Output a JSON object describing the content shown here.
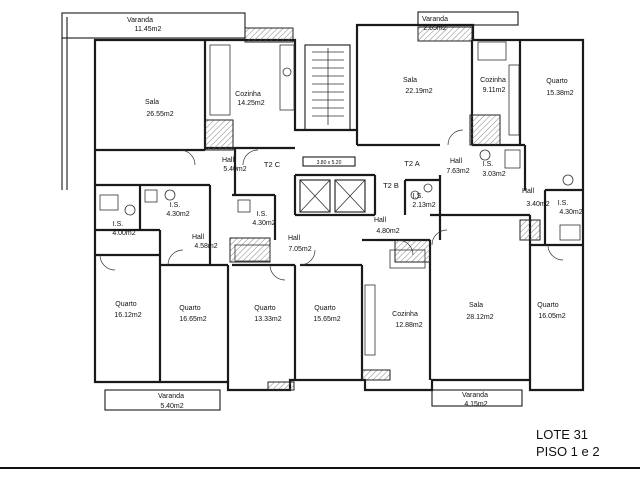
{
  "rooms": [
    {
      "id": "varanda-tl",
      "name": "Varanda",
      "area": "11.45m2"
    },
    {
      "id": "sala-left",
      "name": "Sala",
      "area": "26.55m2"
    },
    {
      "id": "cozinha-left",
      "name": "Cozinha",
      "area": "14.25m2"
    },
    {
      "id": "hall-left",
      "name": "Hall",
      "area": "5.40m2"
    },
    {
      "id": "is-left-a",
      "name": "I.S.",
      "area": "4.00m2"
    },
    {
      "id": "is-left-b",
      "name": "I.S.",
      "area": "4.30m2"
    },
    {
      "id": "hall-left-b",
      "name": "Hall",
      "area": "4.58m2"
    },
    {
      "id": "quarto-ll-1",
      "name": "Quarto",
      "area": "16.12m2"
    },
    {
      "id": "quarto-ll-2",
      "name": "Quarto",
      "area": "16.65m2"
    },
    {
      "id": "is-center",
      "name": "I.S.",
      "area": "4.30m2"
    },
    {
      "id": "hall-center",
      "name": "Hall",
      "area": "7.05m2"
    },
    {
      "id": "quarto-c-1",
      "name": "Quarto",
      "area": "13.33m2"
    },
    {
      "id": "quarto-c-2",
      "name": "Quarto",
      "area": "15.65m2"
    },
    {
      "id": "hall-center-b",
      "name": "Hall",
      "area": "4.80m2"
    },
    {
      "id": "varanda-tr",
      "name": "Varanda",
      "area": "2.65m2"
    },
    {
      "id": "sala-center",
      "name": "Sala",
      "area": "22.19m2"
    },
    {
      "id": "cozinha-right",
      "name": "Cozinha",
      "area": "9.11m2"
    },
    {
      "id": "quarto-tr",
      "name": "Quarto",
      "area": "15.38m2"
    },
    {
      "id": "hall-right",
      "name": "Hall",
      "area": "7.63m2"
    },
    {
      "id": "is-right-a",
      "name": "I.S.",
      "area": "3.03m2"
    },
    {
      "id": "is-right-b",
      "name": "I.S.",
      "area": "2.13m2"
    },
    {
      "id": "hall-right-b",
      "name": "Hall",
      "area": "3.40m2"
    },
    {
      "id": "is-right-c",
      "name": "I.S.",
      "area": "4.30m2"
    },
    {
      "id": "cozinha-center",
      "name": "Cozinha",
      "area": "12.88m2"
    },
    {
      "id": "sala-right",
      "name": "Sala",
      "area": "28.12m2"
    },
    {
      "id": "quarto-br",
      "name": "Quarto",
      "area": "16.05m2"
    },
    {
      "id": "varanda-bl",
      "name": "Varanda",
      "area": "5.40m2"
    },
    {
      "id": "varanda-br",
      "name": "Varanda",
      "area": "4.15m2"
    }
  ],
  "unit_tags": [
    "T2 C",
    "T2 A",
    "T2 B"
  ],
  "stair_dim": "3.80 x 5.20",
  "footer": {
    "lote": "LOTE 31",
    "piso": "PISO 1 e 2"
  }
}
